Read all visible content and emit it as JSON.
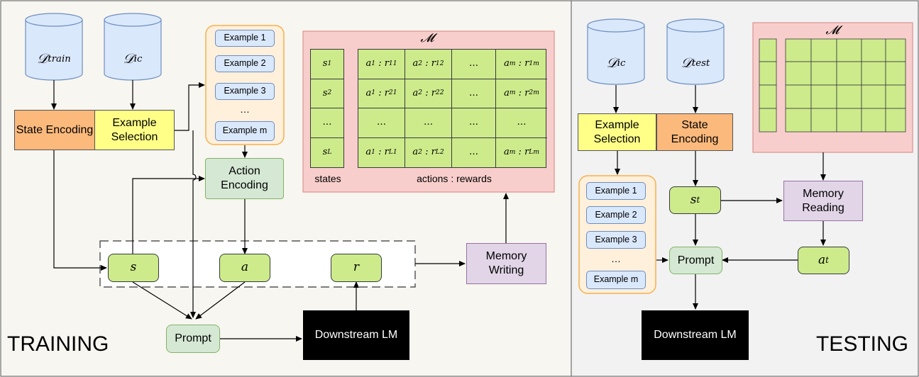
{
  "panels": {
    "training": "TRAINING",
    "testing": "TESTING"
  },
  "training": {
    "db_train": "𝒟_train",
    "db_ic": "𝒟_ic",
    "state_encoding": "State Encoding",
    "example_selection": "Example Selection",
    "examples": [
      "Example 1",
      "Example 2",
      "Example 3",
      "…",
      "Example m"
    ],
    "action_encoding": "Action Encoding",
    "s": "s",
    "a": "a",
    "r": "r",
    "prompt": "Prompt",
    "downstream_lm": "Downstream LM",
    "memory_writing": "Memory Writing"
  },
  "memory": {
    "title": "𝓜",
    "states_label": "states",
    "actions_label": "actions : rewards",
    "states": [
      "s_1",
      "s_2",
      "…",
      "s_L"
    ],
    "rows": [
      [
        "a_1 : r_11",
        "a_2 : r_12",
        "…",
        "a_m : r_1m"
      ],
      [
        "a_1 : r_21",
        "a_2 : r_22",
        "…",
        "a_m : r_2m"
      ],
      [
        "…",
        "…",
        "…",
        "…"
      ],
      [
        "a_1 : r_L1",
        "a_2 : r_L2",
        "…",
        "a_m : r_Lm"
      ]
    ]
  },
  "testing": {
    "db_ic": "𝒟_ic",
    "db_test": "𝒟_test",
    "example_selection": "Example Selection",
    "state_encoding": "State Encoding",
    "examples": [
      "Example 1",
      "Example 2",
      "Example 3",
      "…",
      "Example m"
    ],
    "st": "s_t",
    "at": "a_t",
    "memory_reading": "Memory Reading",
    "prompt": "Prompt",
    "downstream_lm": "Downstream LM",
    "memory_title": "𝓜"
  },
  "colors": {
    "training_bg": "#f8f6f0",
    "testing_bg": "#f2f2f2",
    "db_fill": "#dae8fc",
    "state_orange": "#fbb97c",
    "example_yellow": "#ffff88",
    "examples_container": "#fff0dc",
    "examples_border": "#f5b04d",
    "memory_bg": "#f8cecc",
    "memory_border": "#d9928f",
    "cell_green": "#cdeb8b",
    "node_green": "#d5e8d4",
    "memory_purple": "#e1d5e7",
    "black": "#000000"
  }
}
